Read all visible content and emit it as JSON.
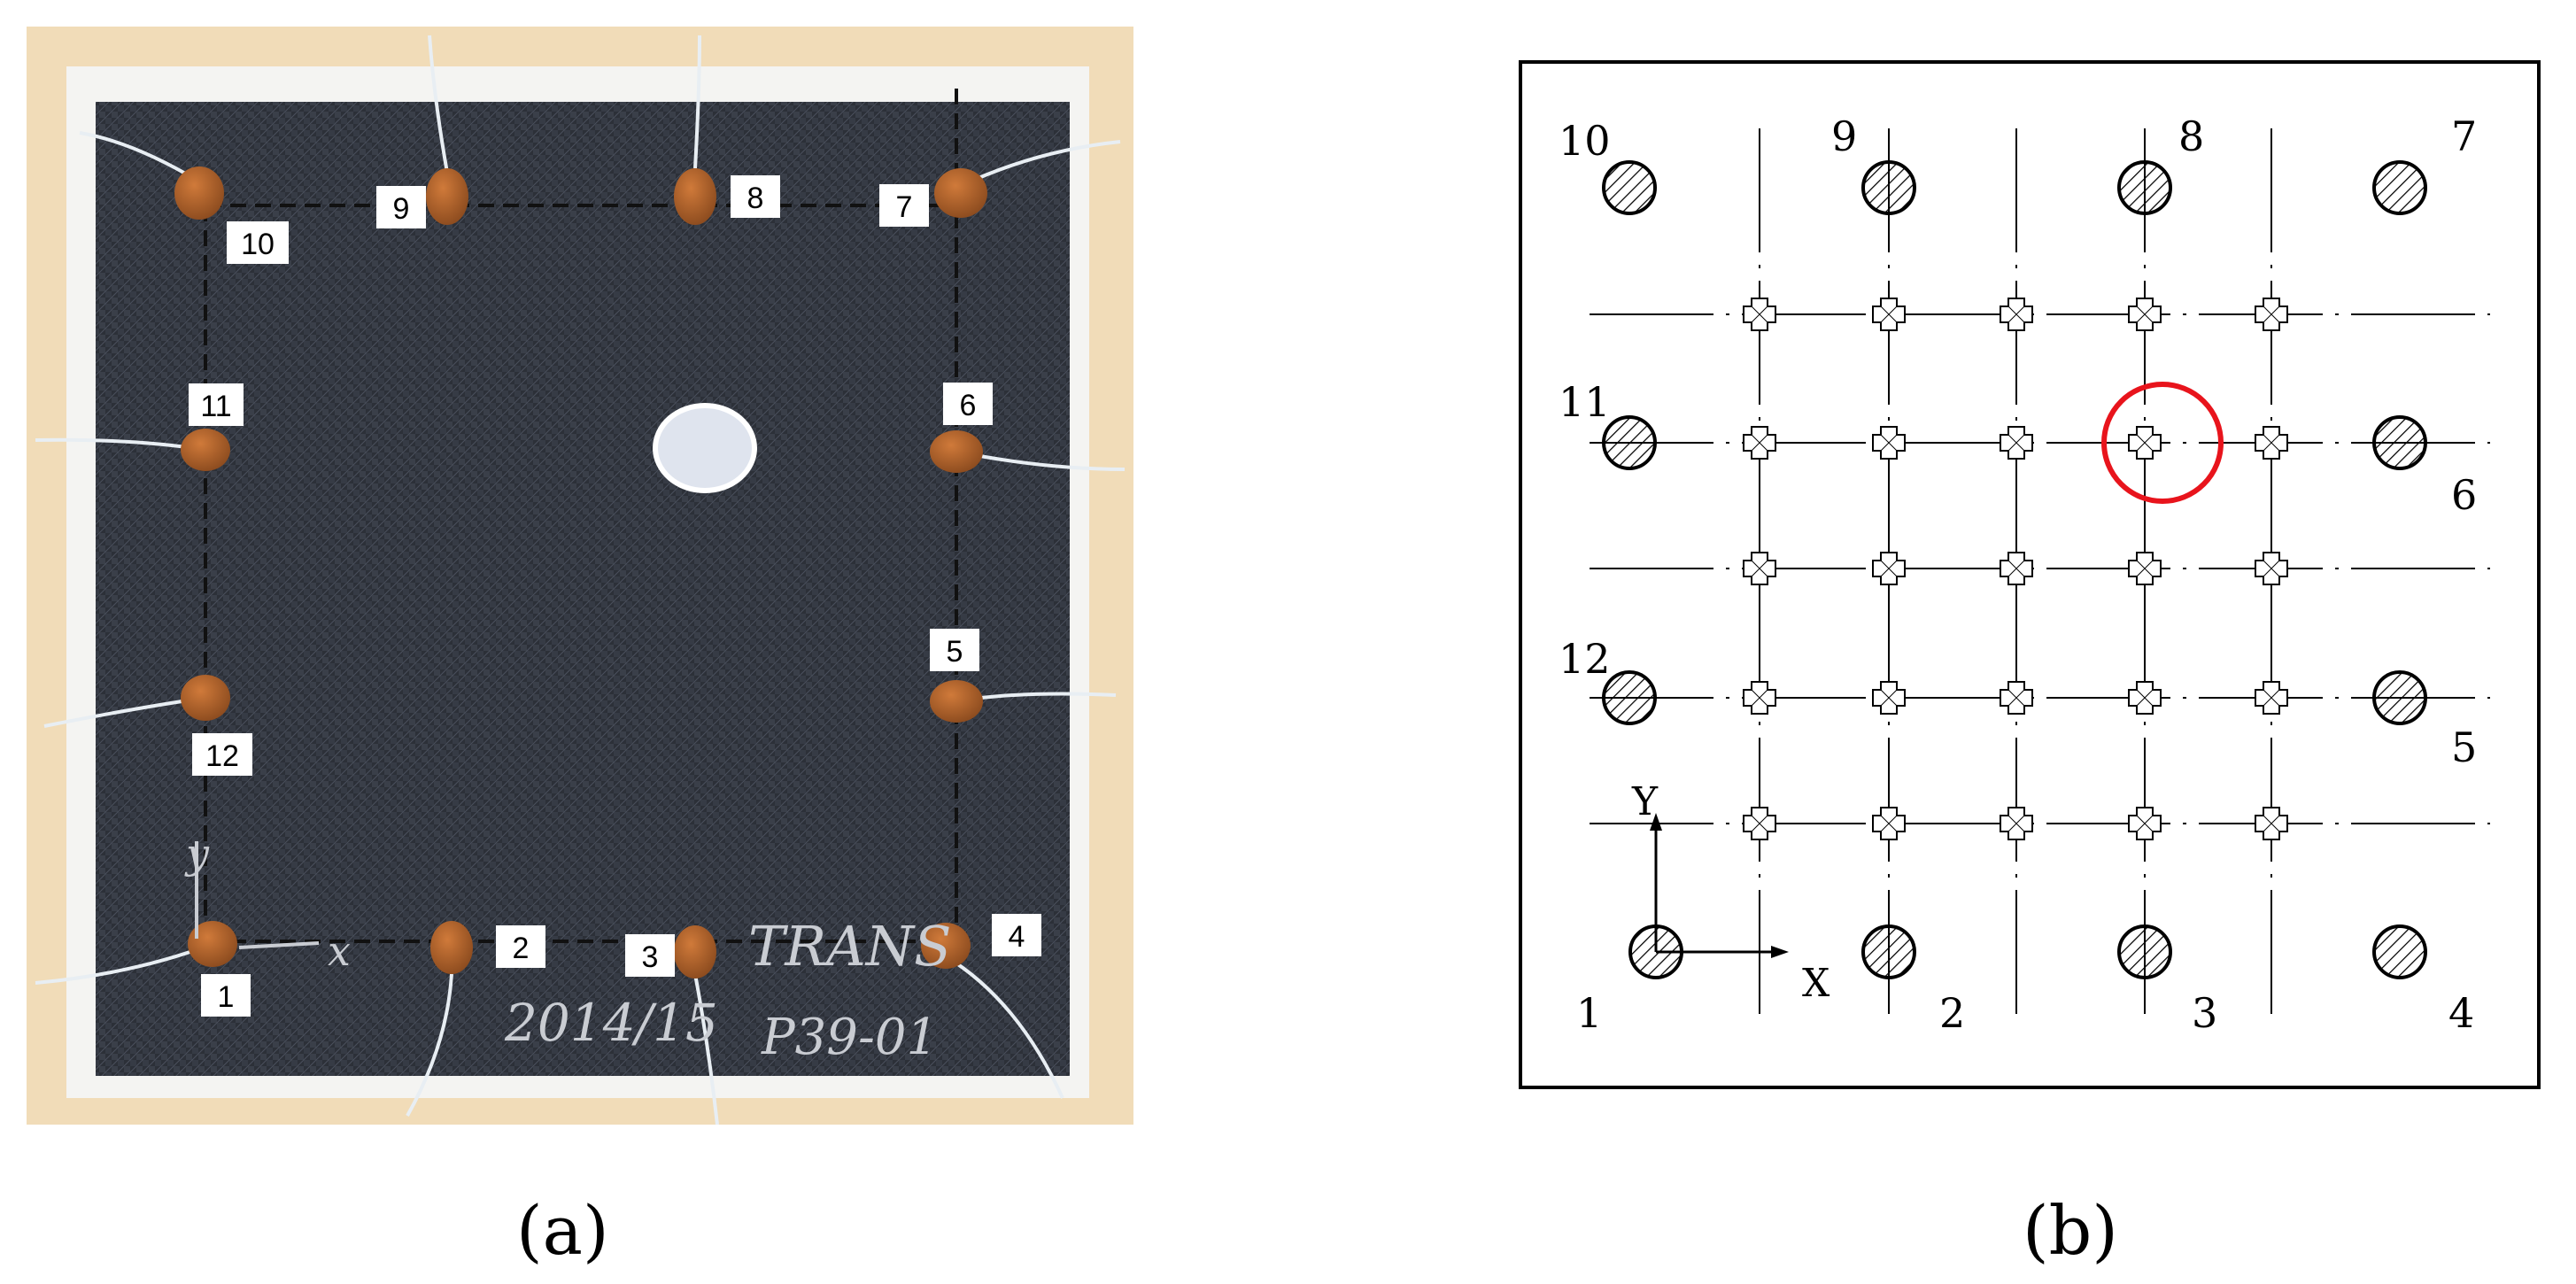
{
  "panel_a": {
    "sensor_tags": [
      "1",
      "2",
      "3",
      "4",
      "5",
      "6",
      "7",
      "8",
      "9",
      "10",
      "11",
      "12"
    ],
    "handwriting": {
      "line1": "TRANS",
      "line2": "2014/15",
      "line3": "P39-01",
      "axis_x": "x",
      "axis_y": "y"
    },
    "caption": "(a)"
  },
  "panel_b": {
    "circle_labels": [
      "1",
      "2",
      "3",
      "4",
      "5",
      "6",
      "7",
      "8",
      "9",
      "10",
      "11",
      "12"
    ],
    "axis_x_label": "X",
    "axis_y_label": "Y",
    "highlight_color": "#e8141c",
    "caption": "(b)"
  }
}
